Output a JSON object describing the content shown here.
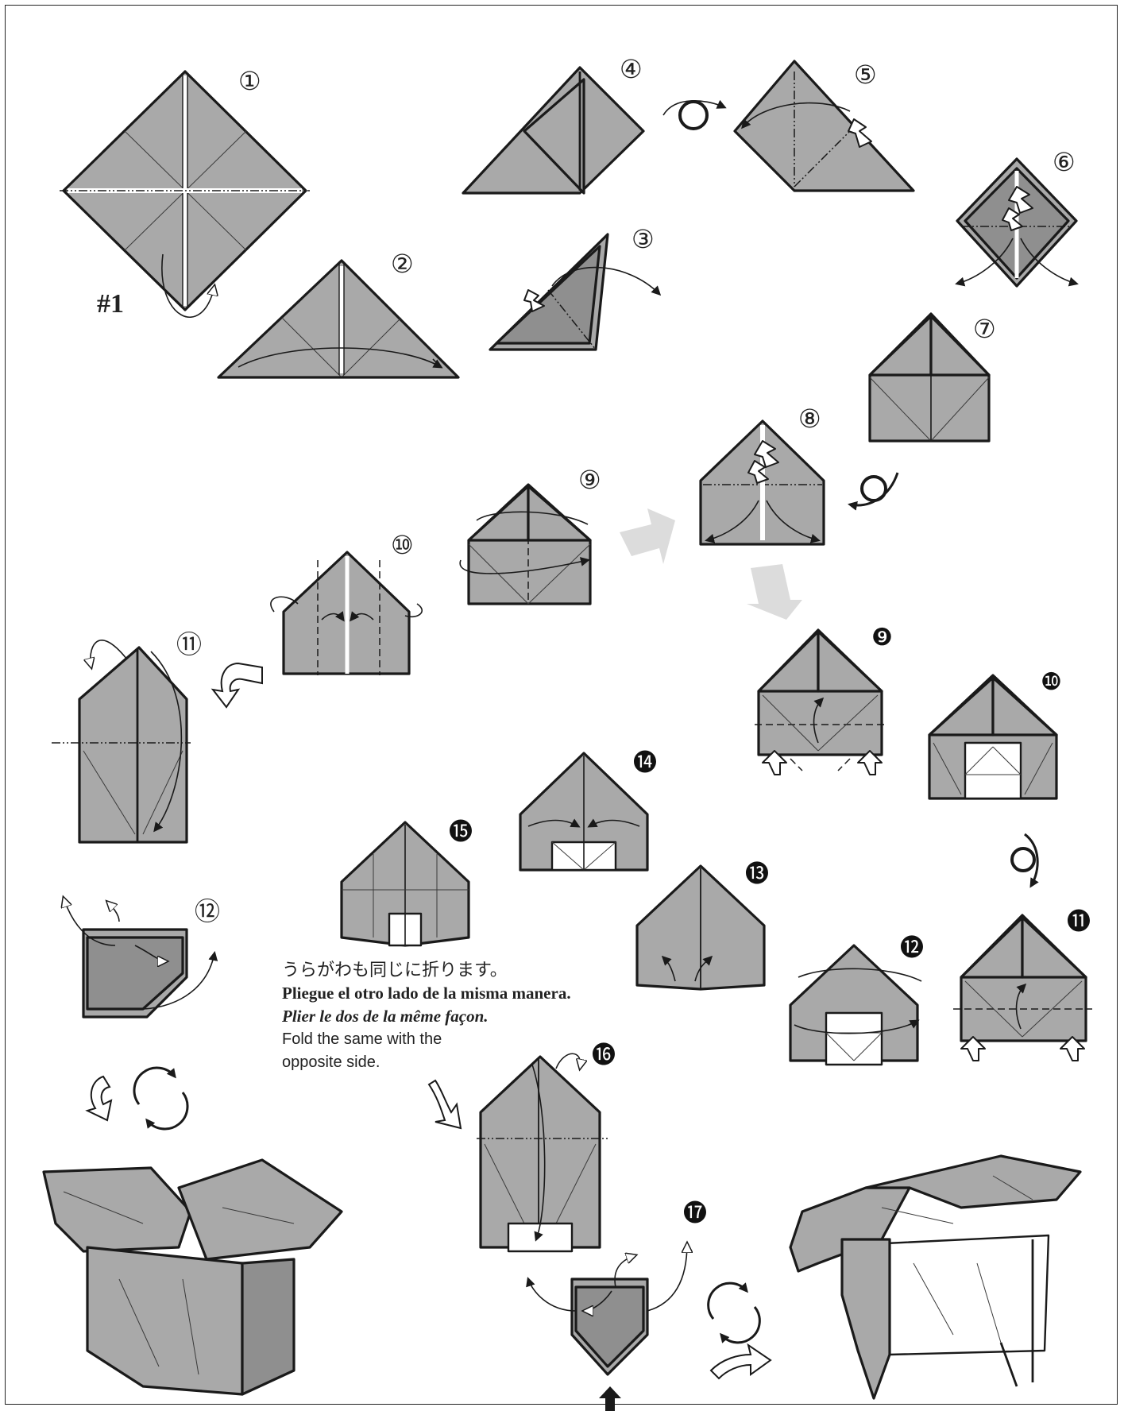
{
  "diagram": {
    "model_label": "#1",
    "steps_white": [
      "①",
      "②",
      "③",
      "④",
      "⑤",
      "⑥",
      "⑦",
      "⑧",
      "⑨",
      "⑩",
      "⑪",
      "⑫"
    ],
    "steps_black": [
      "❾",
      "❿",
      "⓫",
      "⓬",
      "⓭",
      "⓮",
      "⓯",
      "⓰",
      "⓱"
    ],
    "instruction": {
      "ja": "うらがわも同じに折ります。",
      "es": "Pliegue el otro lado de la misma manera.",
      "fr": "Plier le dos de la même façon.",
      "en_line1": "Fold the same with the",
      "en_line2": "opposite side."
    },
    "colors": {
      "paper": "#a9a9a9",
      "paper_dark": "#8f8f8f",
      "line": "#1a1a1a",
      "flow_arrow": "#dcdcdc"
    },
    "icons": [
      "turn-over-icon",
      "rotate-icon",
      "push-arrow-icon",
      "flow-arrow-icon"
    ]
  }
}
